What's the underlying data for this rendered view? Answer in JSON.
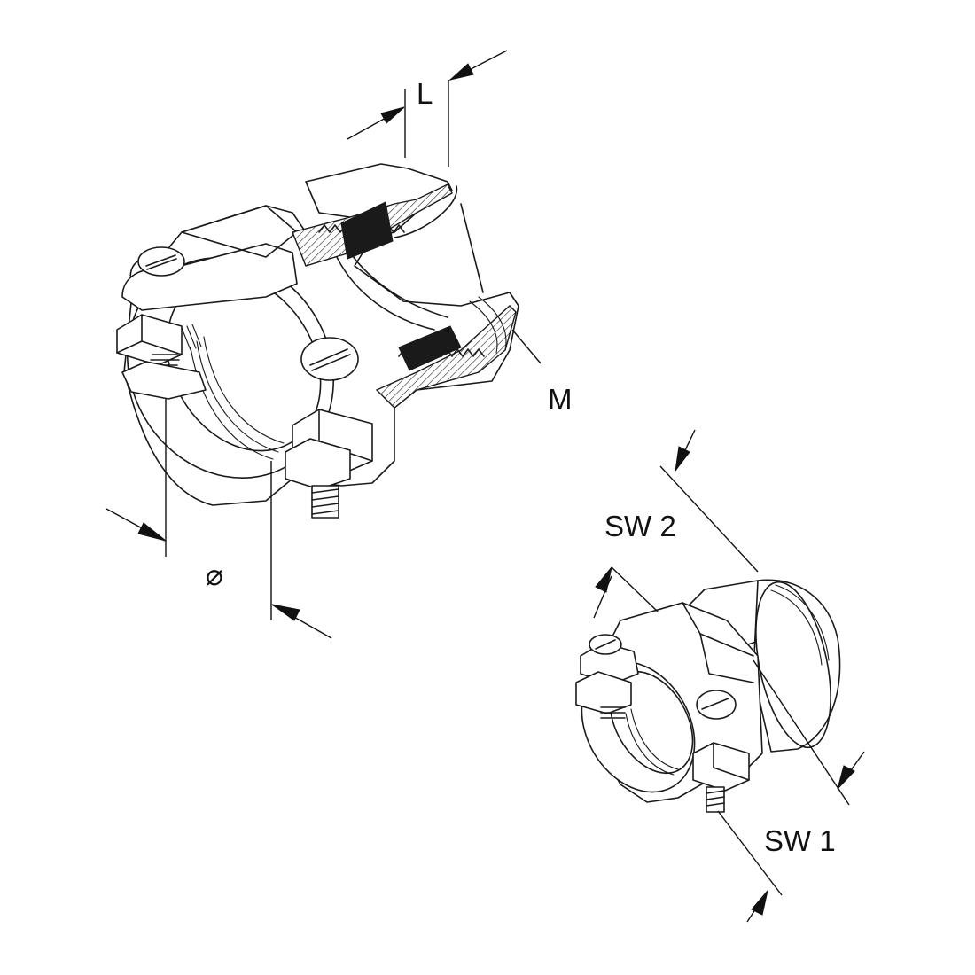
{
  "labels": {
    "length": "L",
    "thread": "M",
    "diameter": "⌀",
    "wrench_size_2": "SW 2",
    "wrench_size_1": "SW 1"
  },
  "colors": {
    "line": "#1a1a1a",
    "background": "#ffffff"
  }
}
